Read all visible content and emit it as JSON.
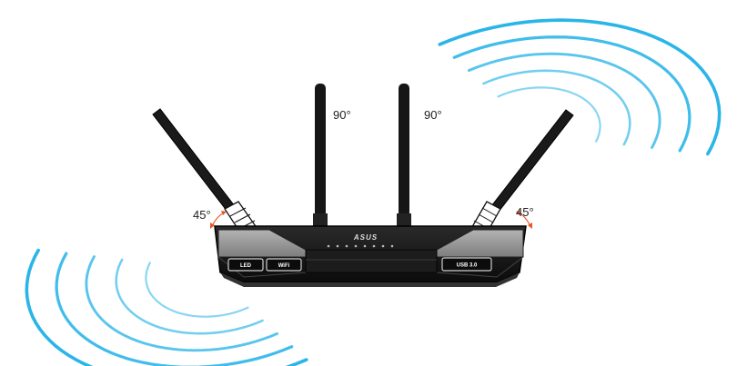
{
  "angles": {
    "left_outer": "45°",
    "left_center": "90°",
    "right_center": "90°",
    "right_outer": "45°"
  },
  "buttons": {
    "led": "LED",
    "wifi": "WiFi",
    "usb": "USB 3.0"
  },
  "brand_logo_text": "ASUS",
  "status_led_count": 8,
  "colors": {
    "signal_wave": "#27b4e8",
    "angle_arrow": "#e8562a",
    "router_body": "#111111",
    "router_panel": "#9a9a9a"
  }
}
